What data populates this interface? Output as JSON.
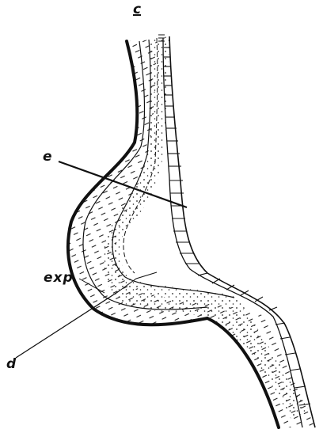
{
  "figure": {
    "labels": {
      "c": "c",
      "e": "e",
      "exp": "exp",
      "d": "d"
    },
    "colors": {
      "ink": "#111111",
      "paper": "#ffffff"
    }
  }
}
